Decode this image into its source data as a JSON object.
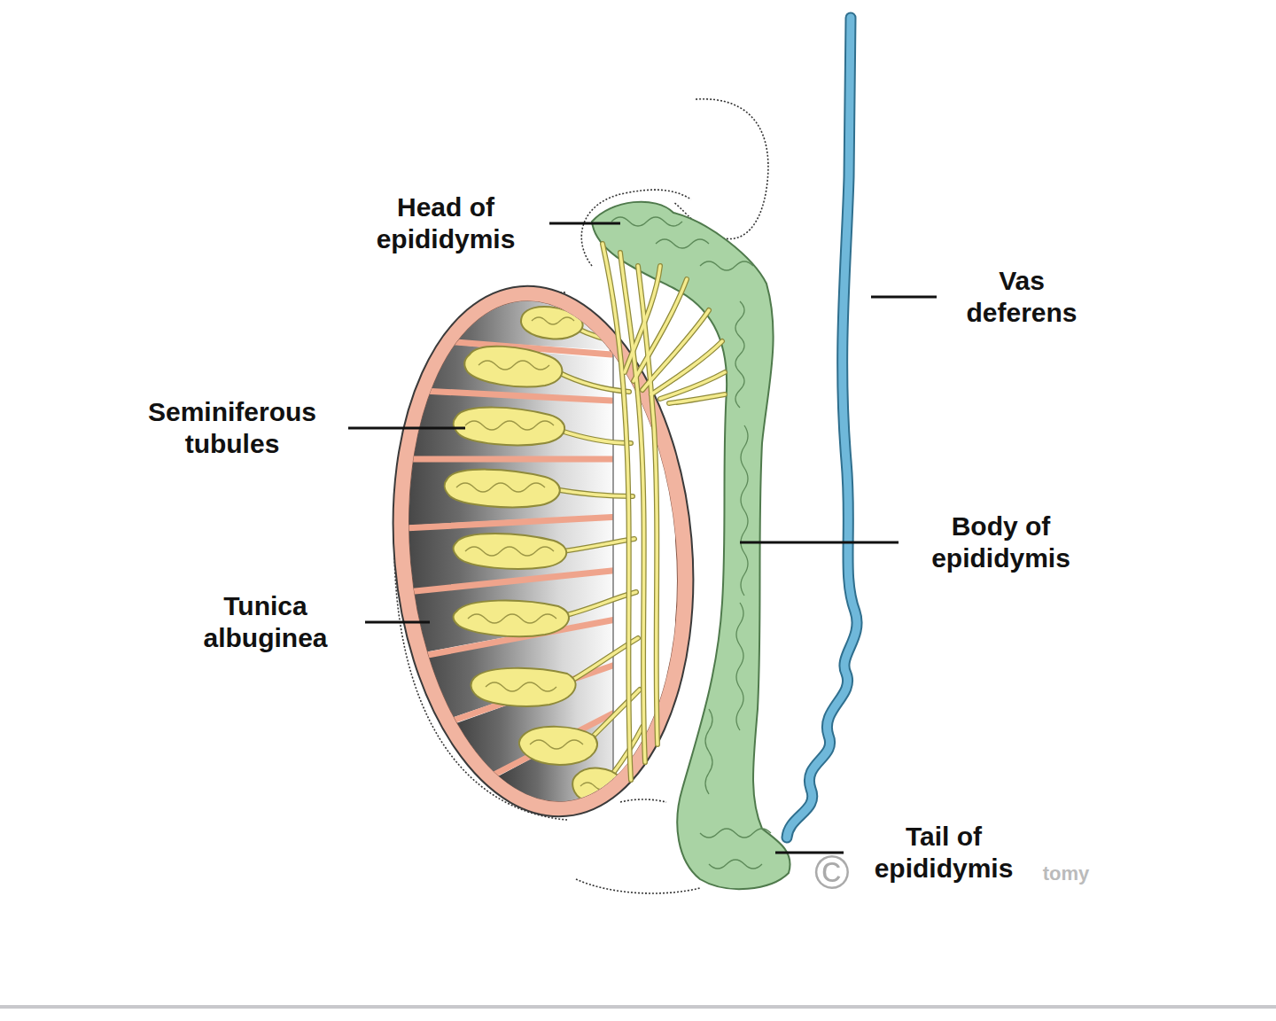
{
  "diagram": {
    "labels": [
      "Head of epididymis",
      "Seminiferous tubules",
      "Tunica albuginea",
      "Vas deferens",
      "Body of epididymis",
      "Tail of epididymis",
      "©",
      "tomy"
    ]
  }
}
